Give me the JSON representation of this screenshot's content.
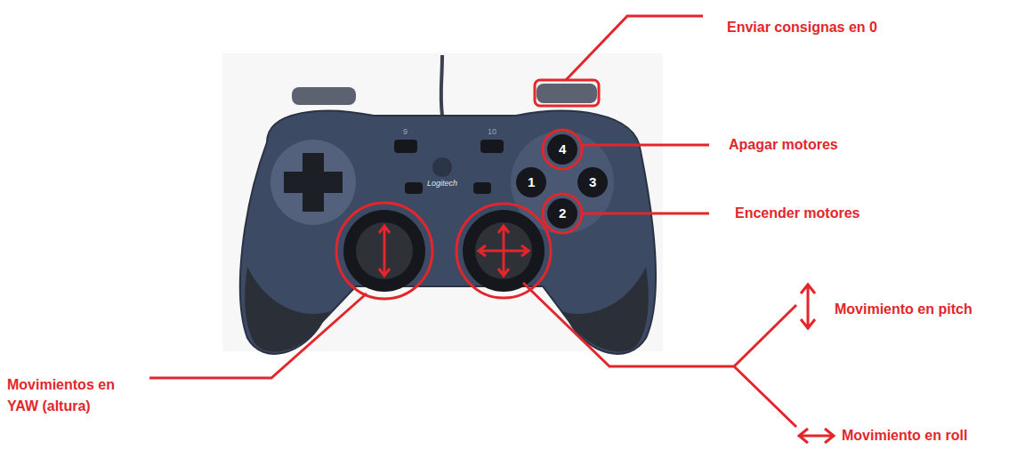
{
  "diagram": {
    "labels": [
      "Enviar consignas en 0",
      "9",
      "10",
      "4",
      "Apagar motores",
      "1",
      "3",
      "Logitech",
      "2",
      "Encender motores",
      "Movimiento en pitch",
      "Movimientos en YAW (altura)",
      "Movimiento en roll"
    ]
  }
}
